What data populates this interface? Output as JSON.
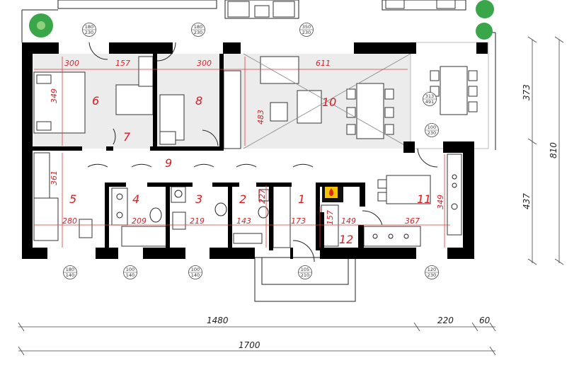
{
  "rooms": [
    {
      "number": "1"
    },
    {
      "number": "2"
    },
    {
      "number": "3"
    },
    {
      "number": "4"
    },
    {
      "number": "5"
    },
    {
      "number": "6"
    },
    {
      "number": "7"
    },
    {
      "number": "8"
    },
    {
      "number": "9"
    },
    {
      "number": "10"
    },
    {
      "number": "11"
    },
    {
      "number": "12"
    }
  ],
  "inner_dims": {
    "top_300a": "300",
    "top_157": "157",
    "top_300b": "300",
    "top_611": "611",
    "v_349": "349",
    "v_483": "483",
    "v_361": "361",
    "v_227": "227",
    "v_157": "157",
    "v_349b": "349",
    "b_280": "280",
    "b_209": "209",
    "b_219": "219",
    "b_143": "143",
    "b_173": "173",
    "b_149": "149",
    "b_367": "367"
  },
  "openings": [
    {
      "w": "180",
      "h": "230"
    },
    {
      "w": "180",
      "h": "230"
    },
    {
      "w": "350",
      "h": "230"
    },
    {
      "w": "313",
      "h": "491"
    },
    {
      "w": "100",
      "h": "230"
    },
    {
      "w": "180",
      "h": "140"
    },
    {
      "w": "100",
      "h": "140"
    },
    {
      "w": "100",
      "h": "140"
    },
    {
      "w": "105",
      "h": "210"
    },
    {
      "w": "120",
      "h": "230"
    }
  ],
  "outer_dims": {
    "bottom_1480": "1480",
    "bottom_220": "220",
    "bottom_60": "60",
    "bottom_1700": "1700",
    "right_373": "373",
    "right_437": "437",
    "right_810": "810"
  },
  "colors": {
    "walls": "#000000",
    "labels": "#e0191f",
    "dimensions": "#d8242a",
    "floor": "#ececec"
  }
}
